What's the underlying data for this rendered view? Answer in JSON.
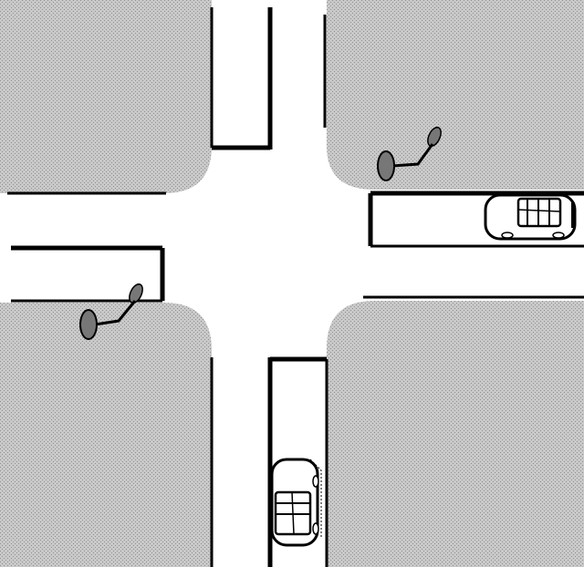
{
  "diagram": {
    "kind": "intersection-top-view",
    "colors": {
      "background": "#ffffff",
      "corner_fill": "#c9c9c9",
      "corner_dot": "#8f8f8f",
      "line": "#000000",
      "car_body": "#ffffff",
      "light_fill": "#777777"
    },
    "elements": {
      "corners": [
        "top-left",
        "top-right",
        "bottom-left",
        "bottom-right"
      ],
      "traffic_lights": [
        "northeast",
        "southwest"
      ],
      "lanes": [
        "east-approach-lane",
        "west-approach-lane",
        "south-approach-lane",
        "north-approach-lane"
      ],
      "vehicles": [
        {
          "id": "car-east",
          "heading": "west"
        },
        {
          "id": "car-south",
          "heading": "north"
        }
      ]
    }
  }
}
